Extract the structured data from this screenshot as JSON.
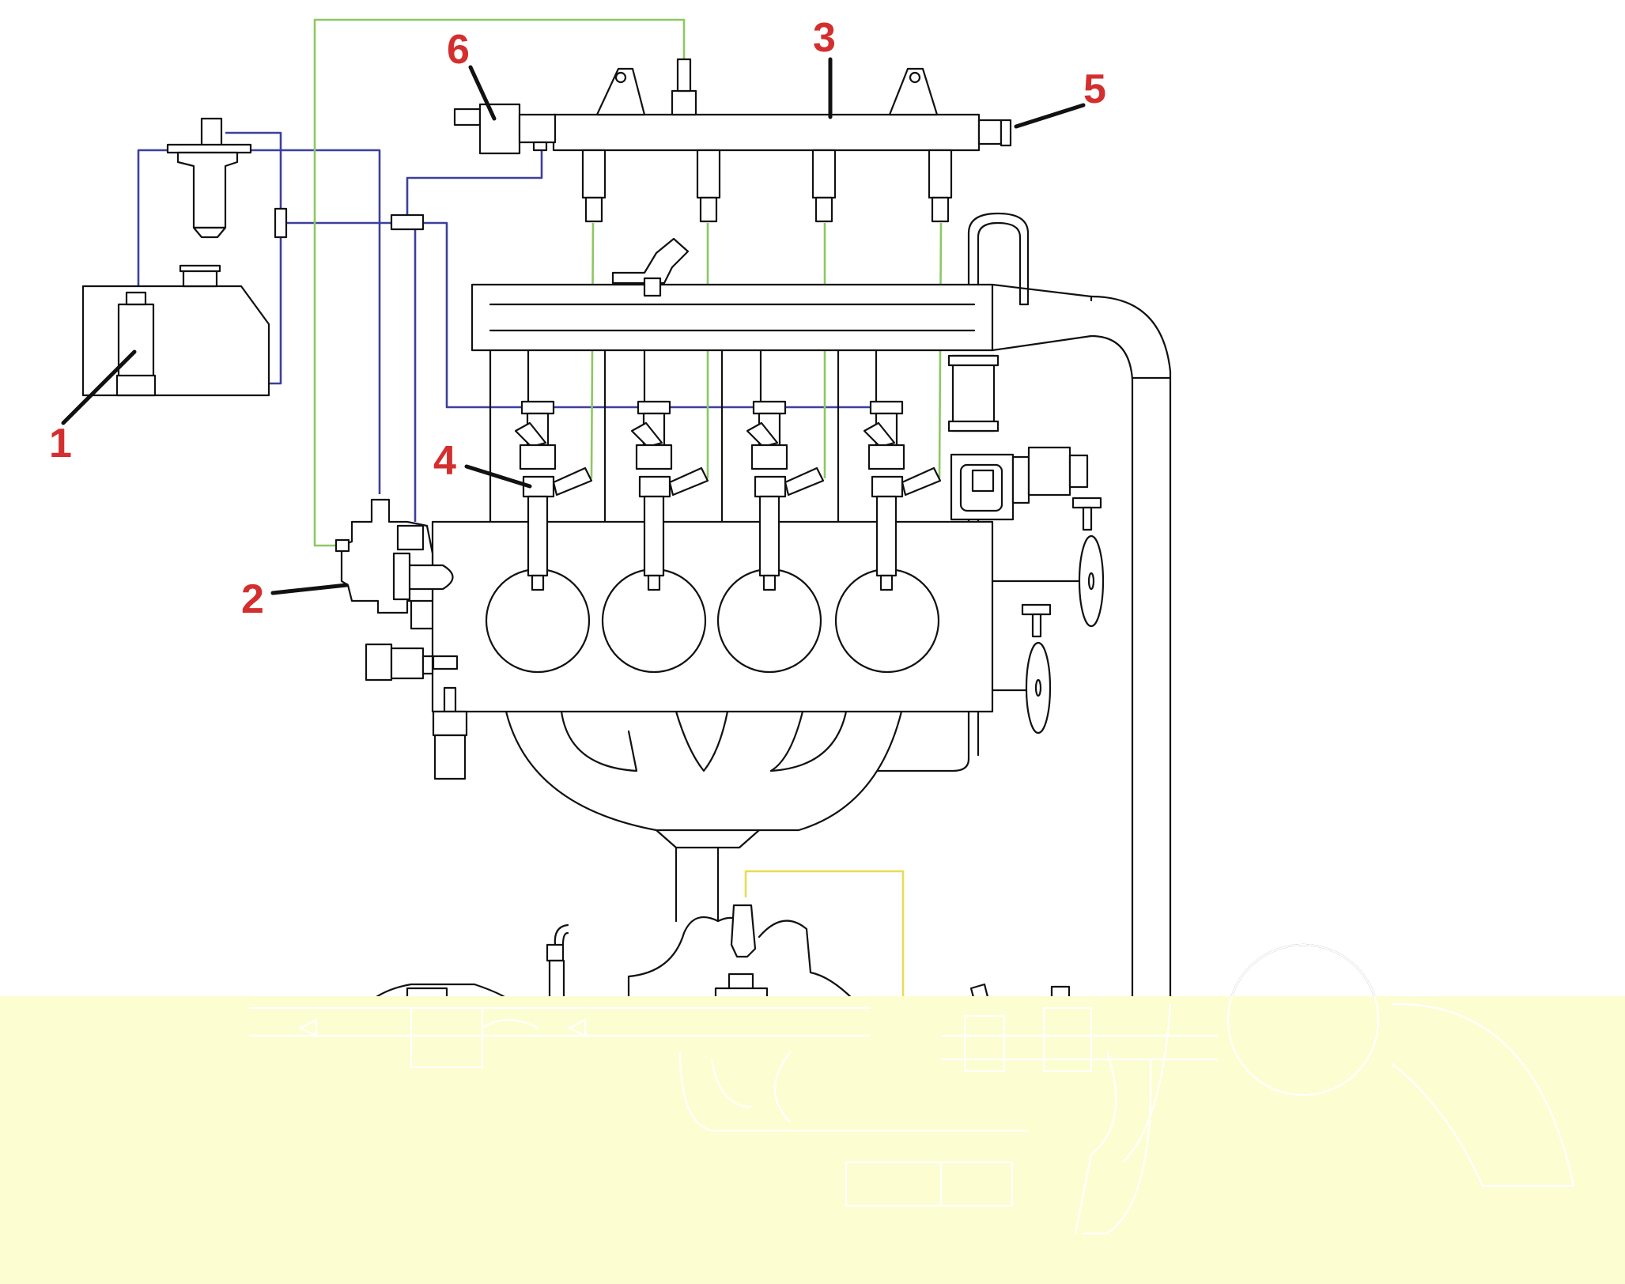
{
  "colors": {
    "low_pressure_line": "#3d3f9e",
    "high_pressure_line": "#8dc863",
    "sensor_wire": "#e8dc55",
    "callout": "#d32f2f",
    "outline": "#111111",
    "lower_overlay": "#fdfdd2"
  },
  "callouts": [
    {
      "id": "1",
      "label": "1"
    },
    {
      "id": "2",
      "label": "2"
    },
    {
      "id": "3",
      "label": "3"
    },
    {
      "id": "4",
      "label": "4"
    },
    {
      "id": "5",
      "label": "5"
    },
    {
      "id": "6",
      "label": "6"
    }
  ]
}
